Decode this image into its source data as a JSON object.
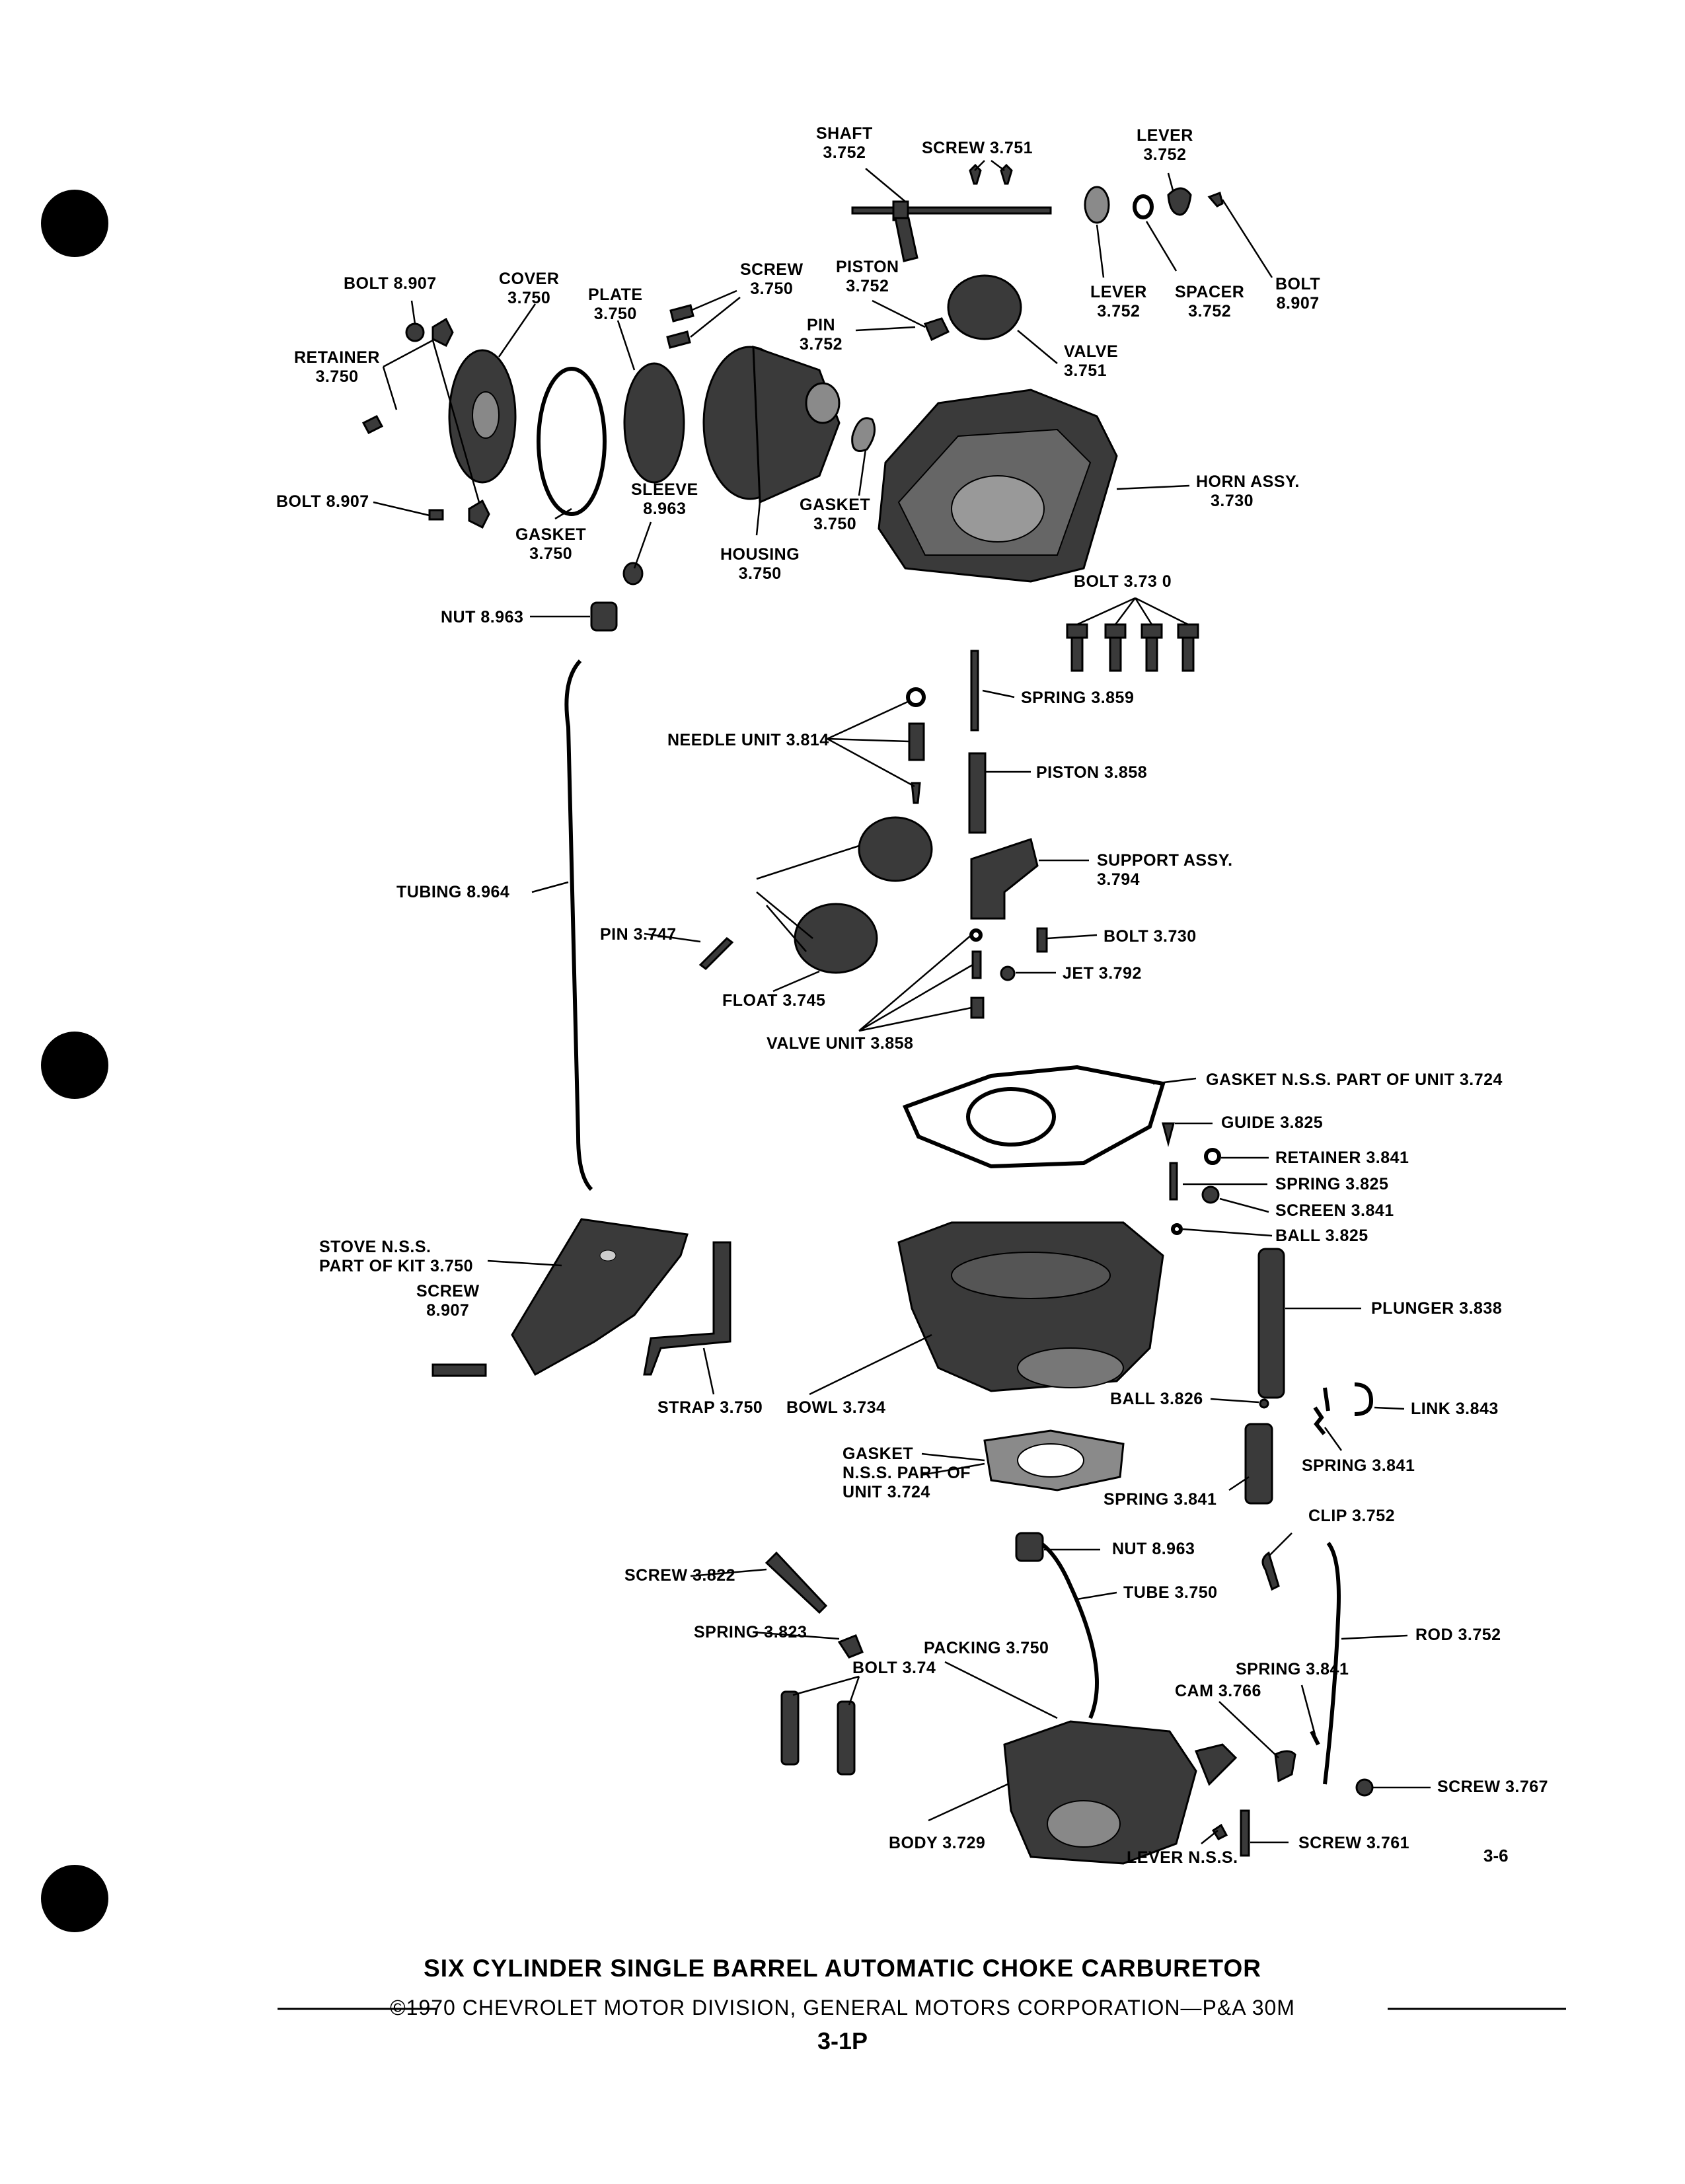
{
  "labels": {
    "shaft": [
      "SHAFT",
      "3.752"
    ],
    "screw_3751": [
      "SCREW 3.751"
    ],
    "lever_top": [
      "LEVER",
      "3.752"
    ],
    "bolt_top_left": [
      "BOLT 8.907"
    ],
    "cover": [
      "COVER",
      "3.750"
    ],
    "plate": [
      "PLATE",
      "3.750"
    ],
    "screw_3750": [
      "SCREW",
      "3.750"
    ],
    "piston_3752": [
      "PISTON",
      "3.752"
    ],
    "pin_3752": [
      "PIN",
      "3.752"
    ],
    "lever_3752": [
      "LEVER",
      "3.752"
    ],
    "spacer": [
      "SPACER",
      "3.752"
    ],
    "bolt_right": [
      "BOLT",
      "8.907"
    ],
    "valve_3751": [
      "VALVE",
      "3.751"
    ],
    "retainer_3750": [
      "RETAINER",
      "3.750"
    ],
    "bolt_mid_left": [
      "BOLT 8.907"
    ],
    "gasket_left": [
      "GASKET",
      "3.750"
    ],
    "sleeve": [
      "SLEEVE",
      "8.963"
    ],
    "housing": [
      "HOUSING",
      "3.750"
    ],
    "gasket_mid": [
      "GASKET",
      "3.750"
    ],
    "horn": [
      "HORN ASSY.",
      "3.730"
    ],
    "bolt_3730_top": [
      "BOLT 3.73 0"
    ],
    "nut_8963_top": [
      "NUT 8.963"
    ],
    "spring_3859": [
      "SPRING 3.859"
    ],
    "needle": [
      "NEEDLE UNIT 3.814"
    ],
    "piston_3858": [
      "PISTON 3.858"
    ],
    "support": [
      "SUPPORT ASSY.",
      "3.794"
    ],
    "tubing": [
      "TUBING 8.964"
    ],
    "pin_3747": [
      "PIN 3.747"
    ],
    "bolt_3730_mid": [
      "BOLT 3.730"
    ],
    "jet": [
      "JET 3.792"
    ],
    "float": [
      "FLOAT 3.745"
    ],
    "valve_unit": [
      "VALVE UNIT 3.858"
    ],
    "gasket_nss": [
      "GASKET N.S.S. PART OF UNIT 3.724"
    ],
    "guide": [
      "GUIDE 3.825"
    ],
    "retainer_3841": [
      "RETAINER 3.841"
    ],
    "spring_3825": [
      "SPRING 3.825"
    ],
    "screen": [
      "SCREEN 3.841"
    ],
    "ball_3825": [
      "BALL 3.825"
    ],
    "stove": [
      "STOVE N.S.S.",
      "PART OF KIT 3.750"
    ],
    "screw_8907": [
      "SCREW",
      "8.907"
    ],
    "plunger": [
      "PLUNGER 3.838"
    ],
    "strap": [
      "STRAP 3.750"
    ],
    "bowl": [
      "BOWL 3.734"
    ],
    "ball_3826": [
      "BALL 3.826"
    ],
    "link": [
      "LINK 3.843"
    ],
    "gasket_lower": [
      "GASKET",
      "N.S.S. PART OF",
      "UNIT 3.724"
    ],
    "spring_3841_a": [
      "SPRING 3.841"
    ],
    "spring_3841_b": [
      "SPRING 3.841"
    ],
    "clip": [
      "CLIP 3.752"
    ],
    "nut_8963_bottom": [
      "NUT 8.963"
    ],
    "screw_3822": [
      "SCREW 3.822"
    ],
    "tube_3750": [
      "TUBE 3.750"
    ],
    "rod": [
      "ROD 3.752"
    ],
    "spring_3823": [
      "SPRING 3.823"
    ],
    "packing": [
      "PACKING 3.750"
    ],
    "bolt_374": [
      "BOLT 3.74"
    ],
    "spring_3841_c": [
      "SPRING 3.841"
    ],
    "cam": [
      "CAM 3.766"
    ],
    "screw_3767": [
      "SCREW 3.767"
    ],
    "body": [
      "BODY 3.729"
    ],
    "lever_nss": [
      "LEVER N.S.S."
    ],
    "screw_3761": [
      "SCREW 3.761"
    ]
  },
  "sheet_number": "3-6",
  "title": "SIX CYLINDER SINGLE BARREL AUTOMATIC CHOKE CARBURETOR",
  "copyright": "©1970 CHEVROLET MOTOR DIVISION, GENERAL MOTORS CORPORATION—P&A 30M",
  "page_number": "3-1P"
}
